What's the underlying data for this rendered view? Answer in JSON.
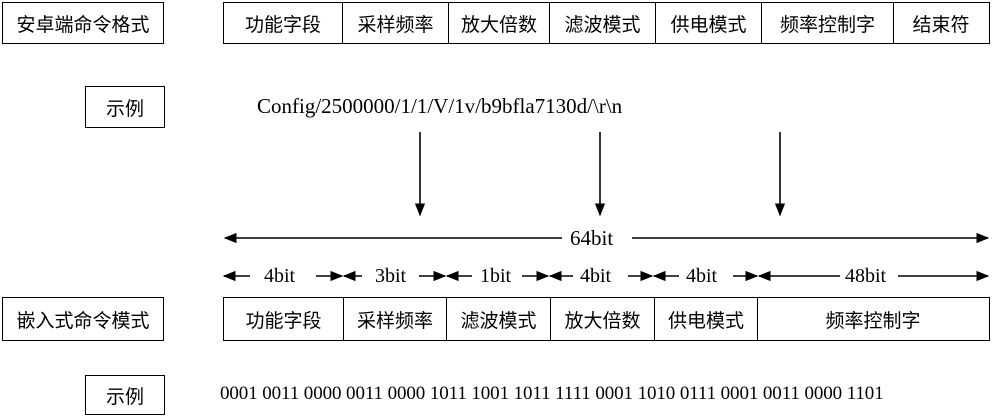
{
  "android": {
    "label": "安卓端命令格式",
    "fields": [
      "功能字段",
      "采样频率",
      "放大倍数",
      "滤波模式",
      "供电模式",
      "频率控制字",
      "结束符"
    ],
    "example_label": "示例",
    "example_value": "Config/2500000/1/1/V/1v/b9bfla7130d/\\r\\n"
  },
  "total_bits": "64bit",
  "segments": [
    "4bit",
    "3bit",
    "1bit",
    "4bit",
    "4bit",
    "48bit"
  ],
  "embedded": {
    "label": "嵌入式命令模式",
    "fields": [
      "功能字段",
      "采样频率",
      "滤波模式",
      "放大倍数",
      "供电模式",
      "频率控制字"
    ],
    "example_label": "示例",
    "example_value": "0001 0011 0000 0011 0000 1011 1001 1011 1111 0001 1010 0111 0001 0011 0000 1101"
  }
}
